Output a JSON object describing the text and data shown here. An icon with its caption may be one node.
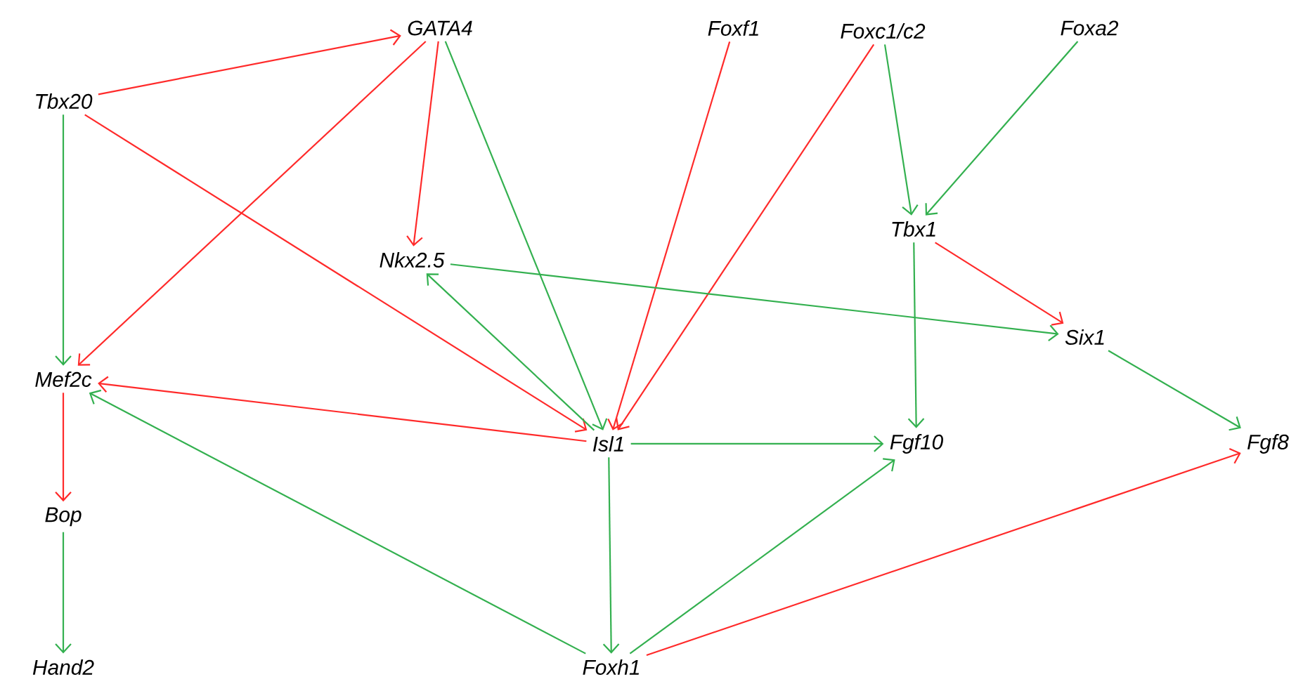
{
  "diagram": {
    "nodes": [
      {
        "text": [
          "GATA4"
        ]
      },
      {
        "text": [
          "Foxf1"
        ]
      },
      {
        "text": [
          "Foxc1/c2"
        ]
      },
      {
        "text": [
          "Foxa2"
        ]
      },
      {
        "text": [
          "Tbx20"
        ]
      },
      {
        "text": [
          "Tbx1"
        ]
      },
      {
        "text": [
          "Nkx2.5"
        ]
      },
      {
        "text": [
          "Six1"
        ]
      },
      {
        "text": [
          "Mef2c"
        ]
      },
      {
        "text": [
          "Isl1"
        ]
      },
      {
        "text": [
          "Fgf10"
        ]
      },
      {
        "text": [
          "Fgf8"
        ]
      },
      {
        "text": [
          "Bop"
        ]
      },
      {
        "text": [
          "Hand2"
        ]
      },
      {
        "text": [
          "Foxh1"
        ]
      }
    ],
    "edges": [
      {
        "from": 4,
        "to": 0,
        "arrow": "to",
        "color": "#ff2a2a"
      },
      {
        "from": 4,
        "to": 8,
        "arrow": "to"
      },
      {
        "from": 4,
        "to": 9,
        "arrow": "to",
        "color": "#ff2a2a"
      },
      {
        "from": 0,
        "to": 8,
        "arrow": "to",
        "color": "#ff2a2a"
      },
      {
        "from": 0,
        "to": 6,
        "arrow": "to",
        "color": "#ff2a2a"
      },
      {
        "from": 0,
        "to": 9,
        "arrow": "to"
      },
      {
        "from": 1,
        "to": 9,
        "arrow": "to",
        "color": "#ff2a2a"
      },
      {
        "from": 2,
        "to": 9,
        "arrow": "to",
        "color": "#ff2a2a"
      },
      {
        "from": 2,
        "to": 5,
        "arrow": "to"
      },
      {
        "from": 3,
        "to": 5,
        "arrow": "to"
      },
      {
        "from": 6,
        "to": 7,
        "arrow": "to"
      },
      {
        "from": 9,
        "to": 6,
        "arrow": "to"
      },
      {
        "from": 5,
        "to": 7,
        "arrow": "to",
        "color": "#ff2a2a"
      },
      {
        "from": 5,
        "to": 10,
        "arrow": "to"
      },
      {
        "from": 7,
        "to": 11,
        "arrow": "to"
      },
      {
        "from": 9,
        "to": 8,
        "arrow": "to",
        "color": "#ff2a2a"
      },
      {
        "from": 9,
        "to": 10,
        "arrow": "to"
      },
      {
        "from": 9,
        "to": 14,
        "arrow": "to"
      },
      {
        "from": 14,
        "to": 8,
        "arrow": "to"
      },
      {
        "from": 14,
        "to": 10,
        "arrow": "to"
      },
      {
        "from": 14,
        "to": 11,
        "arrow": "to",
        "color": "#ff2a2a"
      },
      {
        "from": 8,
        "to": 12,
        "arrow": "to",
        "color": "#ff2a2a"
      },
      {
        "from": 12,
        "to": 13,
        "arrow": "to"
      }
    ]
  }
}
